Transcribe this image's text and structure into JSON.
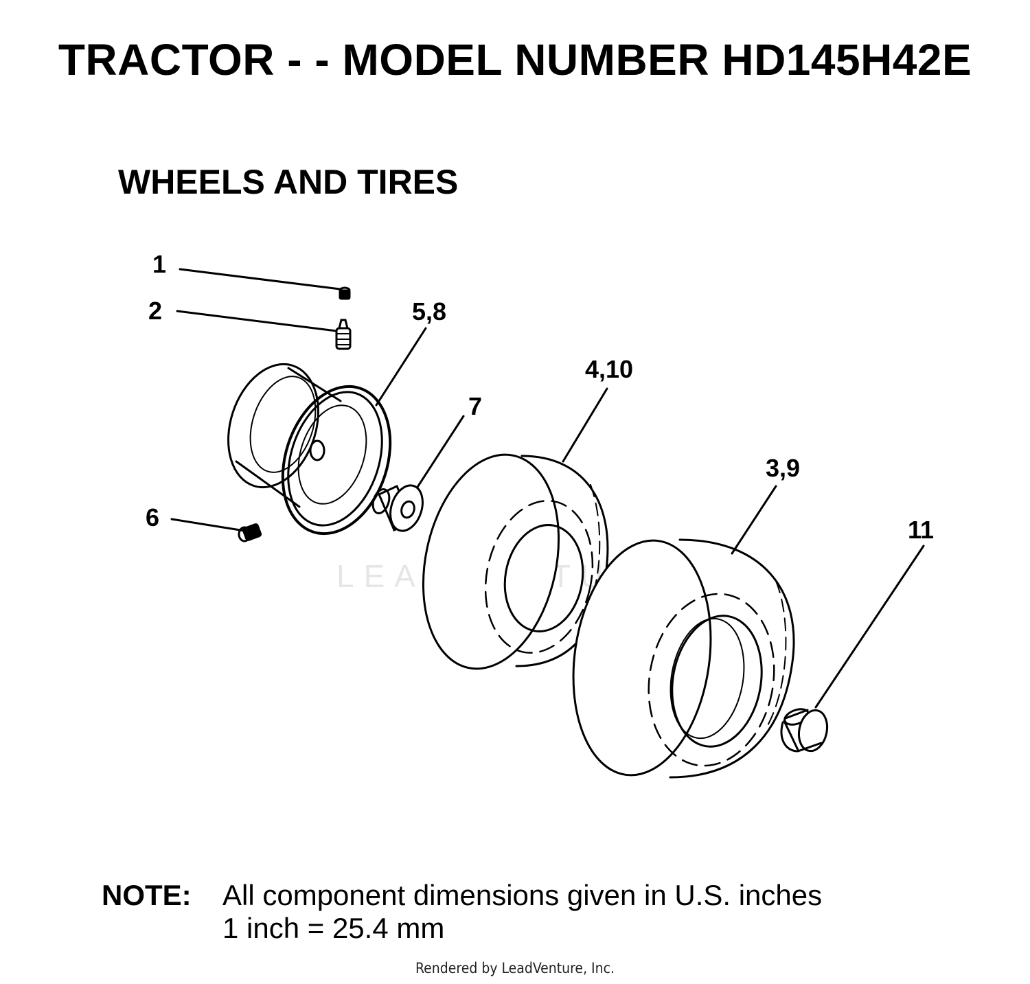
{
  "header": {
    "title": "TRACTOR - - MODEL NUMBER HD145H42E"
  },
  "section": {
    "title": "WHEELS AND TIRES"
  },
  "callouts": [
    "1",
    "2",
    "5,8",
    "4,10",
    "7",
    "3,9",
    "6",
    "11"
  ],
  "note": {
    "label": "NOTE:",
    "line1": "All component dimensions given in U.S. inches",
    "line2": "1 inch = 25.4 mm"
  },
  "watermark": {
    "text": "LEADVENTURE"
  },
  "footer": {
    "text": "Rendered by LeadVenture, Inc."
  }
}
